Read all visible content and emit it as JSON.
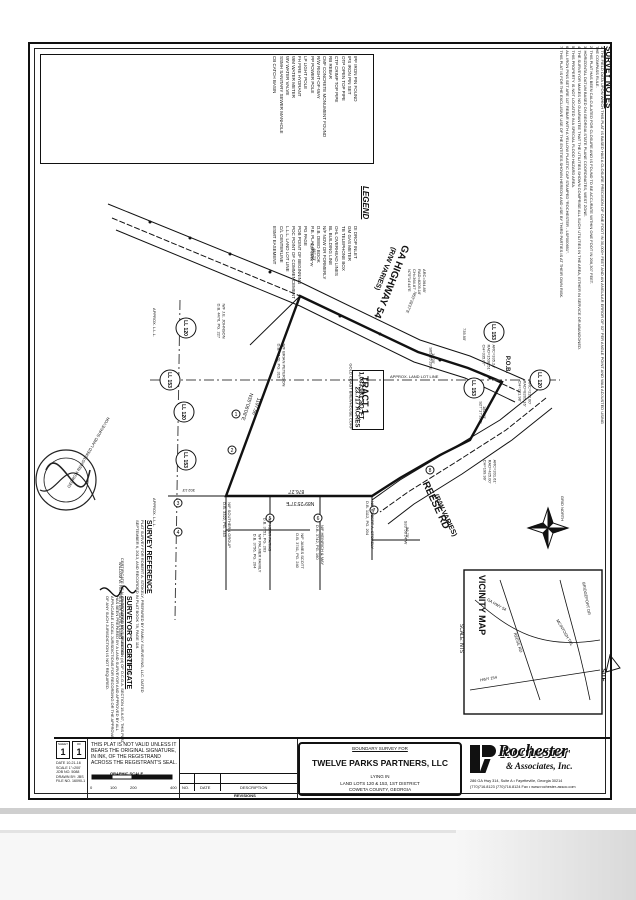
{
  "survey_notes": {
    "heading": "SURVEY NOTES",
    "lines": [
      "1. THE FIELD DATA UPON WHICH THIS PLAT IS BASED HAS A CLOSURE PRECISION OF ONE FOOT IN 30,000+ FEET AND AN ANGULAR ERROR OF 02\" PER ANGLE POINT AND WAS ADJUSTED USING THE COMPASS RULE.",
      "2. THIS PLAT HAS BEEN CALCULATED FOR CLOSURE AND IS FOUND TO BE ACCURATE WITHIN ONE FOOT IN 206,307 FEET.",
      "3. HORIZONTAL DATUM BASED ON GEORGIA STATE PLANE COORDINATES, WEST ZONE.",
      "4. THE SURVEYOR MAKES NO GUARANTEE THAT THE UTILITIES SHOWN COMPRISE ALL SUCH UTILITIES IN THE AREA, EITHER IN SERVICE OR ABANDONED.",
      "5. THIS PROPERTY IS NOT LOCATED IN A SPECIAL FLOOD HAZARD AREA.",
      "6. ALL IRON PINS SET ARE 1/2\" REBAR WITH A YELLOW PLASTIC CAP STAMPED \"ROCHESTER - LSF000691\".",
      "7. THIS PLAT IS FOR THE EXCLUSIVE USE OF THE ENTITIES SHOWN HEREON AND USE BY THIRD PARTIES IS AT THEIR OWN RISK."
    ]
  },
  "legend": {
    "heading": "LEGEND",
    "items": [
      "IPF  IRON PIN FOUND",
      "IPS  IRON PIN SET",
      "OTP  OPEN TOP PIPE",
      "CTP  CRIMP TOP PIPE",
      "RB  REBAR",
      "CMF  CONCRETE MONUMENT FOUND",
      "R/W  RIGHT-OF-WAY",
      "PP  POWER POLE",
      "LP  LIGHT POLE",
      "FH  FIRE HYDRANT",
      "WM  WATER METER",
      "WV  WATER VALVE",
      "SSMH  SANITARY SEWER MANHOLE",
      "CB  CATCH BASIN",
      "DI  DROP INLET",
      "GM  GAS METER",
      "TB  TELEPHONE BOX",
      "OHL  OVERHEAD LINES",
      "BL  BUILDING LINE",
      "N/F  NOW OR FORMERLY",
      "D.B.  DEED BOOK",
      "P.B.  PLAT BOOK",
      "PG  PAGE",
      "POB  POINT OF BEGINNING",
      "POC  POINT OF COMMENCEMENT",
      "L.L.L.  LAND LOT LINE",
      "C/L  CENTERLINE",
      "ESMT  EASEMENT"
    ]
  },
  "drawing": {
    "highway": "GA HIGHWAY 54",
    "highway_rw": "(R/W VARIES)",
    "road2": "REESE RD",
    "road2_rw": "(R/W VARIES)",
    "tract_title": "TRACT 1",
    "tract_area_sf": "1,033,081 SQ. FT.",
    "tract_area_ac": "23.717 ACRES",
    "tract_owner": "GOLD COAST BREWHOUSE CORP",
    "approx_lll": "APPROX. LAND LOT LINE",
    "approx_lll_2": "APPROX. L.L.L.",
    "approx_lll_3": "APPROX. L.L.L.",
    "bearing_1": "N27°56'06\"W",
    "dist_1": "487.73'",
    "bearing_2": "N35°06'08\"E",
    "dist_2": "1197.56'",
    "bearing_3": "N89°25'37\"E",
    "dist_3": "876.27'",
    "dist_4": "302.13'",
    "bearing_5": "S27°17'33\"E",
    "dist_5": "182.23'",
    "bearing_6": "S33°56'24\"W",
    "dist_6": "56.79'",
    "bearing_7": "N63°28'27\"E",
    "dist_7": "735.95'",
    "bearing_8": "S65°35'29\"E",
    "dist_8": "10.00'",
    "arc_1": "ARC=364.89'\nRAD=8205.16'\nCH=364.87'\nN75°14'44\"E",
    "arc_2": "ARC=335.24'\nRAD=1538.51'\nCH=335.07'",
    "arc_3": "ARC=201.61'\nRAD=425.00'\nCH=199.99'",
    "arc_4": "ARC=222.00'\nRAD=8205.16'\nCH=221.98'",
    "pob": "P.O.B.",
    "ll_labels": [
      "LL 120",
      "LL 120",
      "LL 153",
      "LL 153",
      "LL 120",
      "LL 153",
      "LL 153"
    ],
    "adjoiners": [
      "N/F J.E. JOHNSON\nD.B. 4476, PG. 227",
      "N/F BRIAN PETERSON\nD.B. 4170, PG. 315",
      "N/F SOUTHERN GROUP\nD.B. 3322, PG. 343",
      "N/F PALMER FAMILY\nD.B. 3756, PG. 204",
      "N/F JAMES SCOTT\nD.B. 3741, PG. 240",
      "N/F ROBERT A. STOKELY\nD.B. 1112, PG. 204",
      "N/F HEINRICH & MAY\nD.B. 3742, PG. 160",
      "N/F KERR FARMS\nD.B. 3751, PG. 263"
    ],
    "lot_numbers": [
      "1",
      "2",
      "3",
      "4",
      "5",
      "6",
      "7",
      "8"
    ]
  },
  "vicinity_map": {
    "title": "VICINITY MAP",
    "scale": "SCALE: NTS",
    "roads": [
      "GA HWY 54",
      "REESE RD",
      "BRIDGEPORT DR",
      "HWY 154",
      "MCINTOSH TRL"
    ],
    "site_label": "SITE"
  },
  "north_arrow": {
    "label": "GRID NORTH"
  },
  "survey_reference": {
    "heading": "SURVEY REFERENCE",
    "text": "PLAT SURVEY FOR ROBERT A. STOKELY, PREPARED BY FAMILY SURVEYING, LLC. DATED SEPTEMBER 6, 2013, AND RECORDED IN PLAT BOOK 78, PAGE 116."
  },
  "surveyors_certificate": {
    "heading": "SURVEYOR'S CERTIFICATE",
    "text": "AS REQUIRED BY SUBSECTION (d) OF O.C.G.A. SECTION 15-6-67, THIS PLAT HAS BEEN PREPARED BY A LAND SURVEYOR AND APPROVED BY ALL APPLICABLE LOCAL JURISDICTIONS FOR RECORDING OR THE APPROVAL OF ANY SUCH JURISDICTION IS NOT REQUIRED.",
    "signer": "WILLIAM W. ROCHESTER, GA RLS #2891",
    "date": "10-21-16",
    "authorization": "CERTIFICATE OF AUTHORIZATION NO. LSF-000691"
  },
  "seal_text": "GEORGIA REGISTERED LAND SURVEYOR",
  "title_block": {
    "sheet_label": "SHEET",
    "sheet_no": "1",
    "of_label": "OF",
    "sheet_total": "1",
    "date_label": "DATE",
    "date": "10-21-16",
    "scale_label": "SCALE",
    "scale": "1\"=200'",
    "job_label": "JOB NO.",
    "job": "5088",
    "drawn_label": "DRAWN BY:",
    "drawn": "JBS",
    "file_label": "FILE NO.",
    "file": "16090-1",
    "validity": "THIS PLAT IS NOT VALID UNLESS IT BEARS THE ORIGINAL SIGNATURE, IN INK, OF THE REGISTRAND ACROSS THE REGISTRANT'S SEAL.",
    "graphic_scale_label": "GRAPHIC SCALE",
    "scale_ticks": [
      "0",
      "100",
      "200",
      "400"
    ],
    "rev_no": "NO.",
    "rev_date": "DATE",
    "rev_desc": "DESCRIPTION",
    "revisions_label": "REVISIONS",
    "boundary_for": "BOUNDARY SURVEY FOR",
    "client": "TWELVE PARKS PARTNERS, LLC",
    "lying_in": "LYING IN",
    "land_lots": "LAND LOTS 120 & 153, 1ST DISTRICT",
    "county": "COWETA COUNTY, GEORGIA",
    "company_name_1": "Rochester",
    "company_name_2": "& Associates, Inc.",
    "address": "286 GA Hwy 314, Suite A • Fayetteville, Georgia 30214",
    "contact": "(770)716.8123 (770)716.8124 Fax • www.rochester-assoc.com"
  },
  "colors": {
    "ink": "#111111",
    "paper": "#ffffff"
  }
}
